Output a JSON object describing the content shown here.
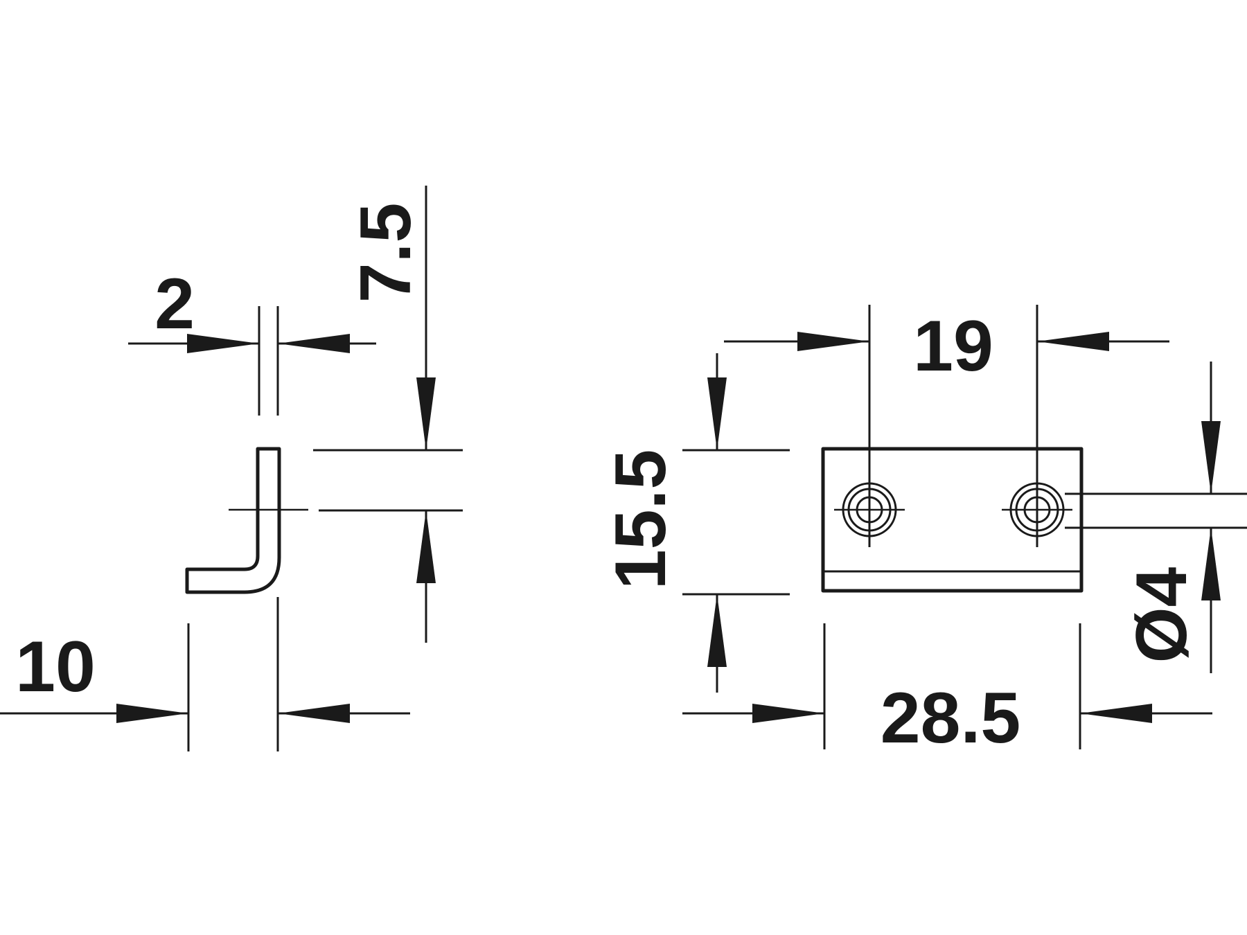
{
  "drawing": {
    "dimensions": {
      "thickness": "2",
      "leg_height": "7.5",
      "leg_length": "10",
      "hole_spacing": "19",
      "plate_height": "15.5",
      "plate_length": "28.5",
      "hole_diameter": "Ø4"
    },
    "colors": {
      "line": "#1a1a1a",
      "background": "#ffffff"
    }
  }
}
